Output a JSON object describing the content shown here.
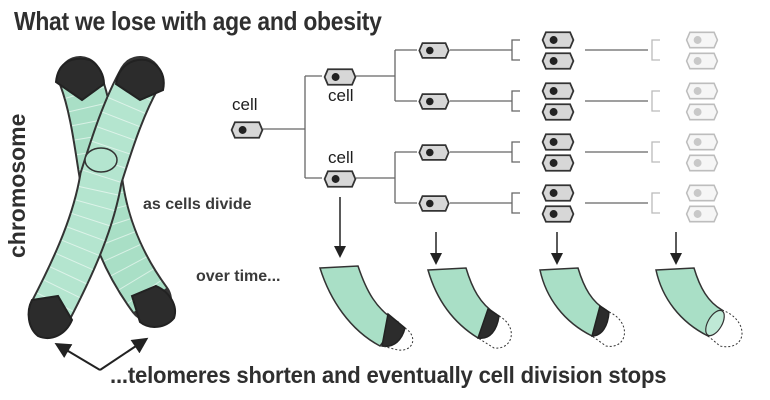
{
  "title": "What we lose with age and obesity",
  "chromosome_label": "chromosome",
  "cell_label_root": "cell",
  "cell_label_upper": "cell",
  "cell_label_lower": "cell",
  "divide_label": "as cells divide",
  "time_label": "over time...",
  "caption": "...telomeres shorten and eventually cell division stops",
  "colors": {
    "chromatid": "#a9dfc6",
    "telomere": "#2c2c2c",
    "cell_body": "#d9d9d9",
    "nucleus": "#222222",
    "faded_cell": "#f2f2f2"
  }
}
